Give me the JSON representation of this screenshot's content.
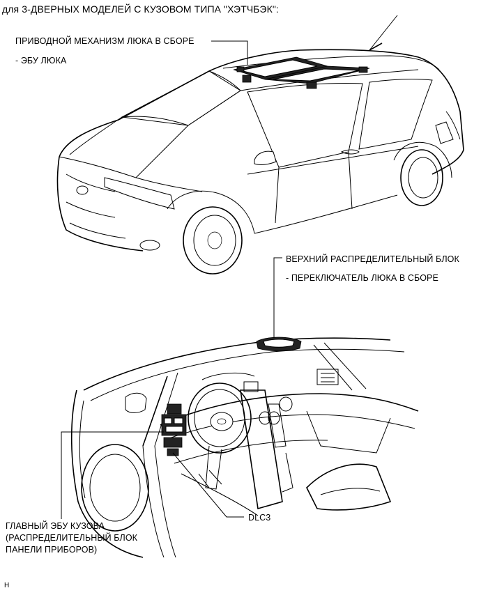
{
  "title": "для 3-ДВЕРНЫХ МОДЕЛЕЙ С КУЗОВОМ ТИПА \"ХЭТЧБЭК\":",
  "labels": {
    "sunroof_drive": "ПРИВОДНОЙ МЕХАНИЗМ ЛЮКА В СБОРЕ",
    "sunroof_ecu": "- ЭБУ ЛЮКА",
    "overhead_block": "ВЕРХНИЙ РАСПРЕДЕЛИТЕЛЬНЫЙ БЛОК",
    "sunroof_switch": "- ПЕРЕКЛЮЧАТЕЛЬ ЛЮКА В СБОРЕ",
    "main_body_ecu_1": "ГЛАВНЫЙ ЭБУ КУЗОВА",
    "main_body_ecu_2": "(РАСПРЕДЕЛИТЕЛЬНЫЙ БЛОК",
    "main_body_ecu_3": "ПАНЕЛИ ПРИБОРОВ)",
    "dlc3": "DLC3",
    "footer_code": "H"
  }
}
